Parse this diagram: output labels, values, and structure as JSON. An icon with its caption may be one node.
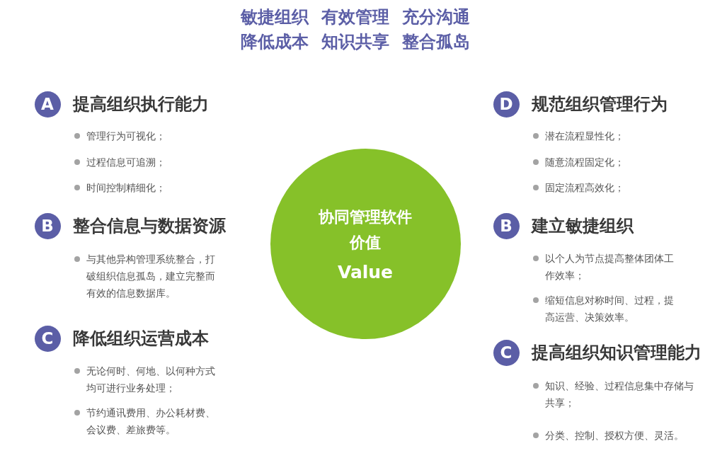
{
  "diagram": {
    "title": "敏捷组织 有效管理 充分沟通降低成本 知识共享 整合孤岛",
    "nodes": [
      {
        "text": [
          "A"
        ],
        "beside": [
          "提高组织执行能力"
        ]
      },
      {
        "text": [
          "B"
        ],
        "beside": [
          "整合信息与数据资源"
        ]
      },
      {
        "text": [
          "C"
        ],
        "beside": [
          "降低组织运营成本"
        ]
      },
      {
        "text": [
          "协同管理软件价值",
          "Value"
        ]
      },
      {
        "text": [
          "D"
        ],
        "beside": [
          "规范组织管理行为"
        ]
      },
      {
        "text": [
          "B"
        ],
        "beside": [
          "建立敏捷组织"
        ]
      },
      {
        "text": [
          "C"
        ],
        "beside": [
          "提高组织知识管理能力"
        ]
      }
    ],
    "labels": [
      "管理行为可视化；",
      "过程信息可追溯；",
      "时间控制精细化；",
      "与其他异构管理系统整合，打破组织信息孤岛，建立完整而有效的信息数据库。",
      "无论何时、何地、以何种方式均可进行业务处理；",
      "节约通讯费用、办公耗材费、会议费、差旅费等。",
      "潜在流程显性化；",
      "随意流程固定化；",
      "固定流程高效化；",
      "以个人为节点提高整体团体工作效率；",
      "缩短信息对称时间、过程，提高运营、决策效率。",
      "知识、经验、过程信息集中存储与共享；",
      "分类、控制、授权方便、灵活。"
    ]
  }
}
